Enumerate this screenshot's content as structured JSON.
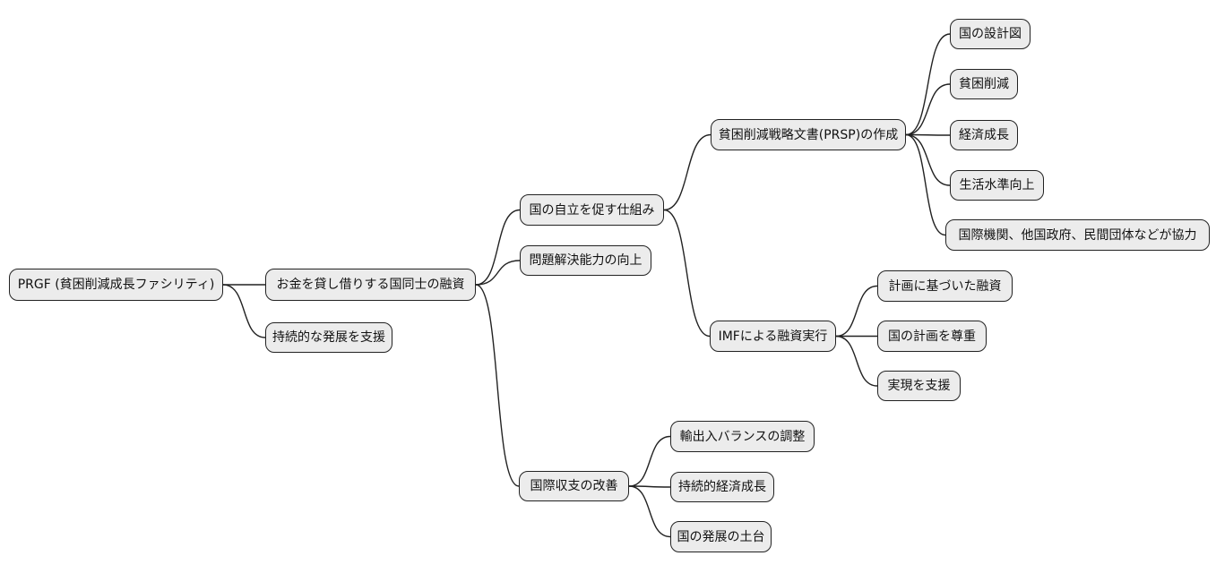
{
  "diagram": {
    "type": "mindmap",
    "topic": "PRGF",
    "colors": {
      "background": "#ffffff",
      "node_fill": "#ececec",
      "node_border": "#222222",
      "node_text": "#111111",
      "connector": "#222222"
    },
    "nodes": [
      {
        "id": "prgf",
        "level": 0,
        "label": "PRGF (貧困削減成長ファシリティ)"
      },
      {
        "id": "mutual-financing",
        "level": 1,
        "label": "お金を貸し借りする国同士の融資"
      },
      {
        "id": "sustainable-development-support",
        "level": 1,
        "label": "持続的な発展を支援"
      },
      {
        "id": "self-reliance-mechanism",
        "level": 2,
        "label": "国の自立を促す仕組み"
      },
      {
        "id": "problem-solving-capacity",
        "level": 2,
        "label": "問題解決能力の向上"
      },
      {
        "id": "balance-of-payments-improvement",
        "level": 2,
        "label": "国際収支の改善"
      },
      {
        "id": "prsp-creation",
        "level": 3,
        "label": "貧困削減戦略文書(PRSP)の作成"
      },
      {
        "id": "imf-financing-execution",
        "level": 3,
        "label": "IMFによる融資実行"
      },
      {
        "id": "country-blueprint",
        "level": 4,
        "label": "国の設計図"
      },
      {
        "id": "poverty-reduction",
        "level": 4,
        "label": "貧困削減"
      },
      {
        "id": "economic-growth",
        "level": 4,
        "label": "経済成長"
      },
      {
        "id": "living-standards-improvement",
        "level": 4,
        "label": "生活水準向上"
      },
      {
        "id": "international-cooperation",
        "level": 4,
        "label": "国際機関、他国政府、民間団体などが協力"
      },
      {
        "id": "plan-based-financing",
        "level": 4,
        "label": "計画に基づいた融資"
      },
      {
        "id": "respect-country-plan",
        "level": 4,
        "label": "国の計画を尊重"
      },
      {
        "id": "realization-support",
        "level": 4,
        "label": "実現を支援"
      },
      {
        "id": "trade-balance-adjustment",
        "level": 3,
        "label": "輸出入バランスの調整"
      },
      {
        "id": "sustained-economic-growth",
        "level": 3,
        "label": "持続的経済成長"
      },
      {
        "id": "foundation-of-development",
        "level": 3,
        "label": "国の発展の土台"
      }
    ],
    "edges": [
      {
        "from": "prgf",
        "to": "mutual-financing"
      },
      {
        "from": "prgf",
        "to": "sustainable-development-support"
      },
      {
        "from": "mutual-financing",
        "to": "self-reliance-mechanism"
      },
      {
        "from": "mutual-financing",
        "to": "problem-solving-capacity"
      },
      {
        "from": "mutual-financing",
        "to": "balance-of-payments-improvement"
      },
      {
        "from": "self-reliance-mechanism",
        "to": "prsp-creation"
      },
      {
        "from": "self-reliance-mechanism",
        "to": "imf-financing-execution"
      },
      {
        "from": "prsp-creation",
        "to": "country-blueprint"
      },
      {
        "from": "prsp-creation",
        "to": "poverty-reduction"
      },
      {
        "from": "prsp-creation",
        "to": "economic-growth"
      },
      {
        "from": "prsp-creation",
        "to": "living-standards-improvement"
      },
      {
        "from": "prsp-creation",
        "to": "international-cooperation"
      },
      {
        "from": "imf-financing-execution",
        "to": "plan-based-financing"
      },
      {
        "from": "imf-financing-execution",
        "to": "respect-country-plan"
      },
      {
        "from": "imf-financing-execution",
        "to": "realization-support"
      },
      {
        "from": "balance-of-payments-improvement",
        "to": "trade-balance-adjustment"
      },
      {
        "from": "balance-of-payments-improvement",
        "to": "sustained-economic-growth"
      },
      {
        "from": "balance-of-payments-improvement",
        "to": "foundation-of-development"
      }
    ]
  }
}
